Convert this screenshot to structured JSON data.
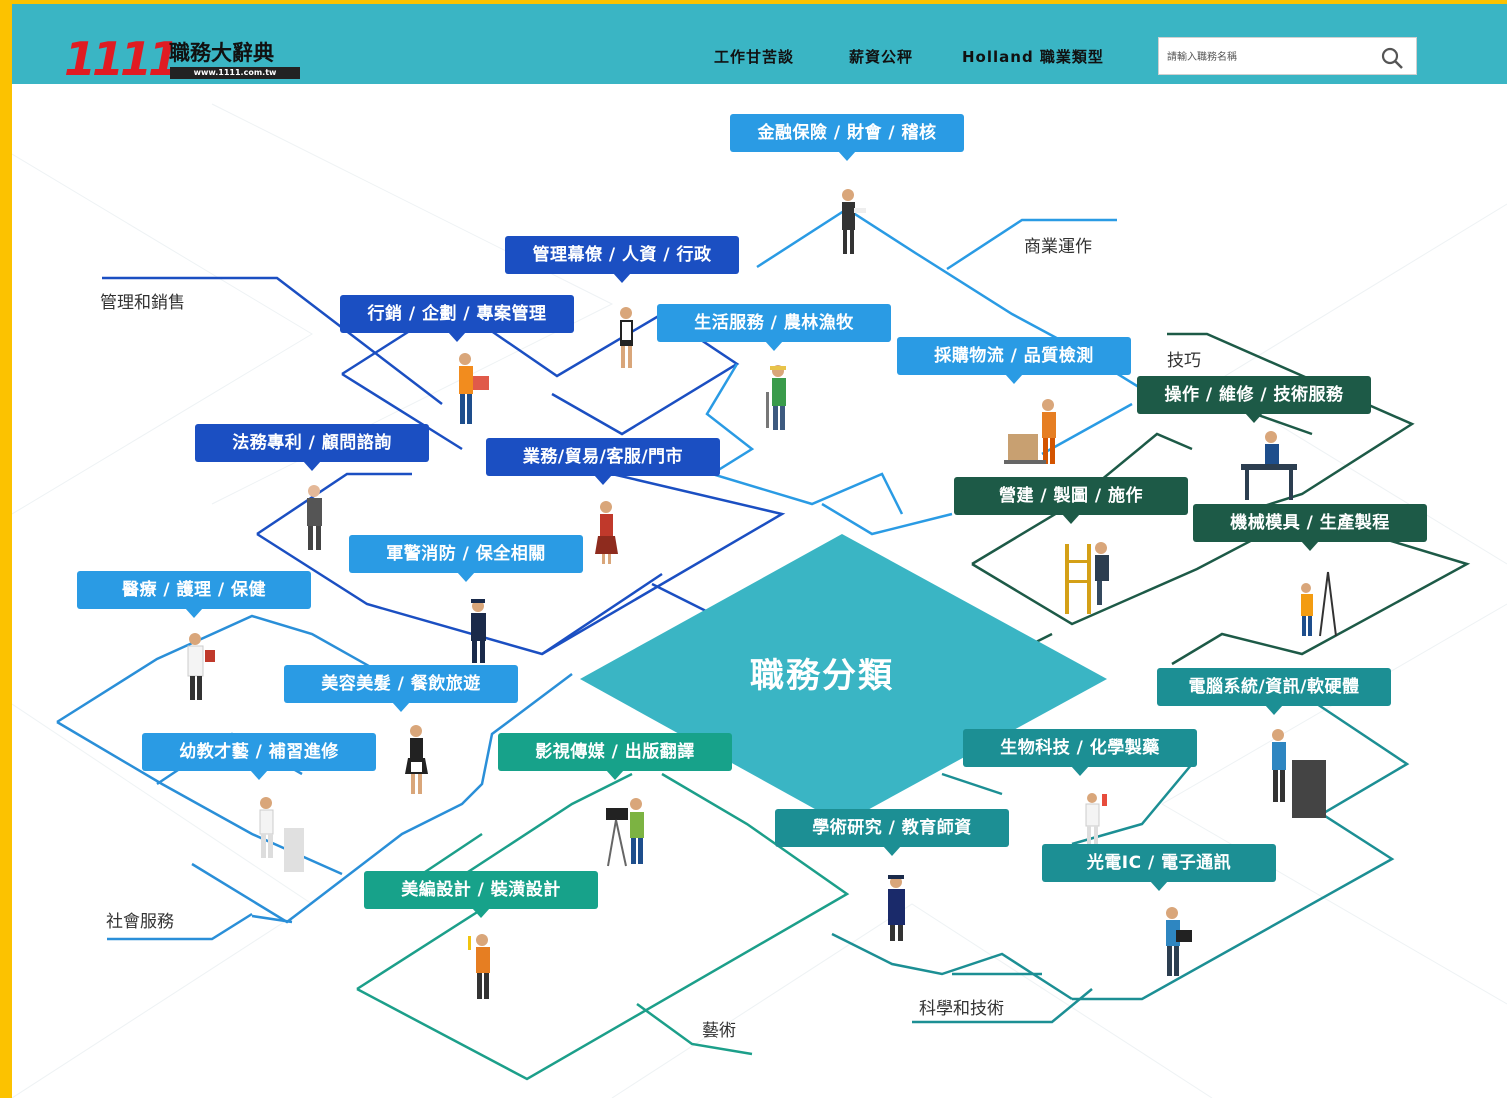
{
  "logo": {
    "number": "1111",
    "title": "職務大辭典",
    "url": "www.1111.com.tw"
  },
  "nav": {
    "links": [
      "工作甘苦談",
      "薪資公秤",
      "Holland 職業類型"
    ]
  },
  "search": {
    "placeholder": "請輸入職務名稱"
  },
  "center": {
    "label": "職務分類"
  },
  "groups": [
    "管理和銷售",
    "商業運作",
    "技巧",
    "社會服務",
    "藝術",
    "科學和技術"
  ],
  "jobs": [
    "金融保險 / 財會 / 稽核",
    "管理幕僚 / 人資 / 行政",
    "行銷 / 企劃 / 專案管理",
    "生活服務 / 農林漁牧",
    "採購物流 / 品質檢測",
    "操作 / 維修 / 技術服務",
    "法務專利 / 顧問諮詢",
    "業務/貿易/客服/門市",
    "營建 / 製圖 / 施作",
    "機械模具 / 生產製程",
    "軍警消防 / 保全相關",
    "醫療 / 護理 / 保健",
    "美容美髮 / 餐飲旅遊",
    "幼教才藝 / 補習進修",
    "影視傳媒 / 出版翻譯",
    "電腦系統/資訊/軟硬體",
    "生物科技 / 化學製藥",
    "學術研究 / 教育師資",
    "光電IC / 電子通訊",
    "美編設計 / 裝潢設計"
  ],
  "colors": {
    "header": "#3ab5c4",
    "frame": "#fcc200",
    "sky": "#2a9be4",
    "navy": "#1b4fc2",
    "teal": "#1c8f94",
    "green": "#17a28a",
    "dark": "#1d5a47",
    "diamond": "#3ab5c4"
  }
}
